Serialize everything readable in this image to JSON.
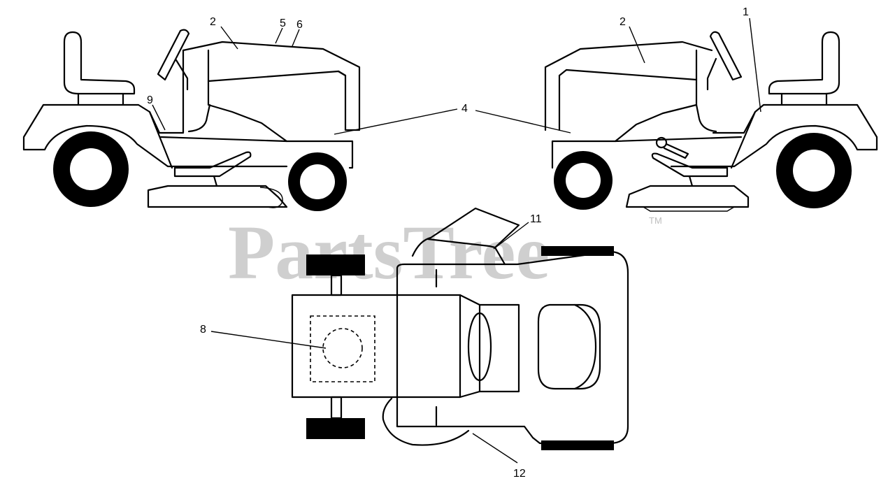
{
  "watermark": {
    "text": "PartsTree",
    "trademark": "TM"
  },
  "callouts": [
    {
      "id": "c2-left",
      "label": "2"
    },
    {
      "id": "c5",
      "label": "5"
    },
    {
      "id": "c6",
      "label": "6"
    },
    {
      "id": "c9",
      "label": "9"
    },
    {
      "id": "c4",
      "label": "4"
    },
    {
      "id": "c2-right",
      "label": "2"
    },
    {
      "id": "c1",
      "label": "1"
    },
    {
      "id": "c11",
      "label": "11"
    },
    {
      "id": "c8",
      "label": "8"
    },
    {
      "id": "c12",
      "label": "12"
    }
  ]
}
